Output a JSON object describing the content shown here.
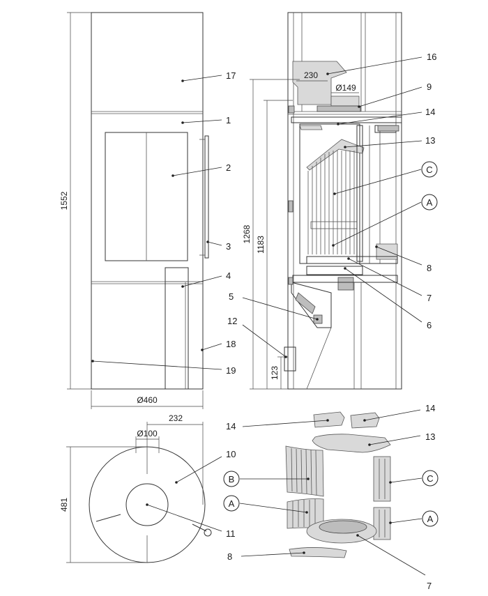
{
  "front_view": {
    "labels": {
      "n17": "17",
      "n1": "1",
      "n2": "2",
      "n3": "3",
      "n4": "4",
      "n5": "5",
      "n12": "12",
      "n18": "18",
      "n19": "19"
    },
    "dims": {
      "height": "1552",
      "diameter": "Ø460"
    }
  },
  "section_view": {
    "labels": {
      "n16": "16",
      "n9": "9",
      "n14": "14",
      "n13": "13",
      "cC": "C",
      "cA": "A",
      "n8": "8",
      "n7": "7",
      "n6": "6"
    },
    "dims": {
      "d230": "230",
      "d149": "Ø149",
      "d1268": "1268",
      "d1183": "1183",
      "d123": "123"
    }
  },
  "top_view": {
    "labels": {
      "n10": "10",
      "n11": "11"
    },
    "dims": {
      "d232": "232",
      "d100": "Ø100",
      "d481": "481"
    }
  },
  "parts_view": {
    "labels": {
      "n14": "14",
      "n14b": "14",
      "n13": "13",
      "cB": "B",
      "cA": "A",
      "cC": "C",
      "cA2": "A",
      "n8": "8",
      "n7": "7"
    }
  }
}
